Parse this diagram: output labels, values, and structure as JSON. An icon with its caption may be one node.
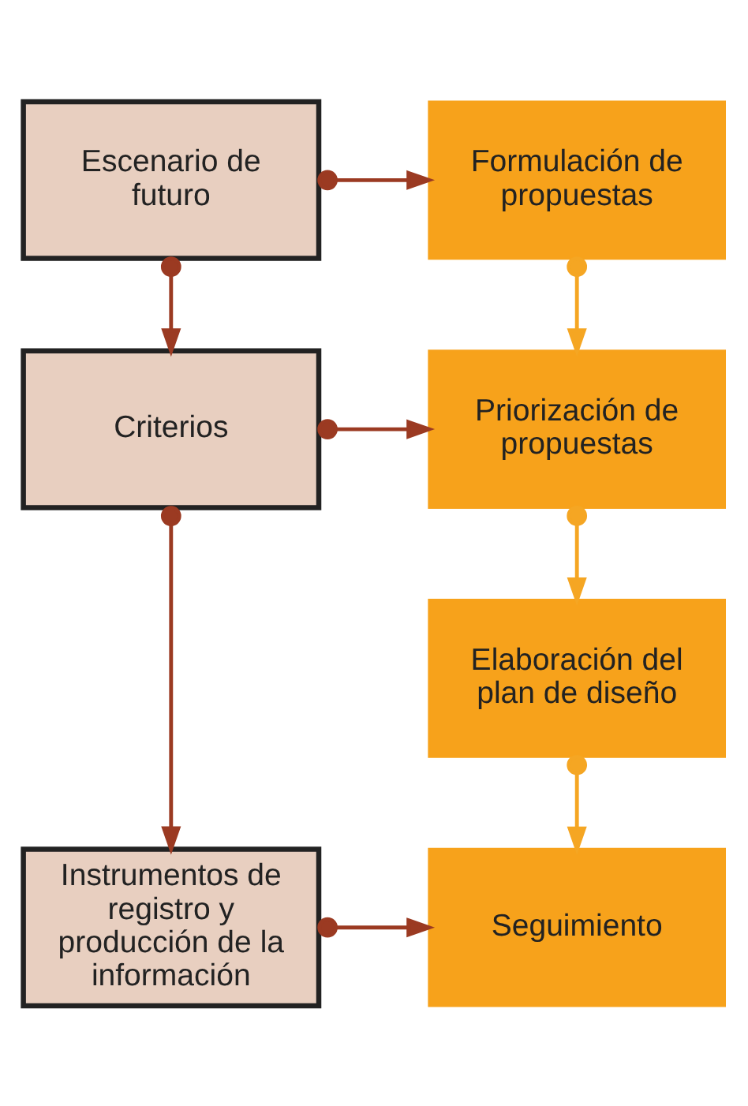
{
  "diagram": {
    "nodes": [
      {
        "text": [
          "Formulación de propuestas"
        ]
      },
      {
        "text": [
          "Escenario de futuro"
        ]
      },
      {
        "text": [
          "Priorización de propuestas"
        ]
      },
      {
        "text": [
          "Criterios"
        ]
      },
      {
        "text": [
          "Elaboración del plan de diseño"
        ]
      },
      {
        "text": [
          "Seguimiento"
        ]
      },
      {
        "text": [
          "Instrumentos de registro y producción de la información"
        ]
      }
    ],
    "edges": [
      {
        "from": 1,
        "to": 0,
        "arrow": "to"
      },
      {
        "from": 0,
        "to": 2,
        "arrow": "to",
        "color": "#f5a623"
      },
      {
        "from": 1,
        "to": 3,
        "arrow": "to"
      },
      {
        "from": 3,
        "to": 2,
        "arrow": "to"
      },
      {
        "from": 2,
        "to": 4,
        "arrow": "to",
        "color": "#f5a623"
      },
      {
        "from": 4,
        "to": 5,
        "arrow": "to",
        "color": "#f5a623"
      },
      {
        "from": 3,
        "to": 6,
        "arrow": "to"
      },
      {
        "from": 6,
        "to": 5,
        "arrow": "to"
      }
    ]
  }
}
